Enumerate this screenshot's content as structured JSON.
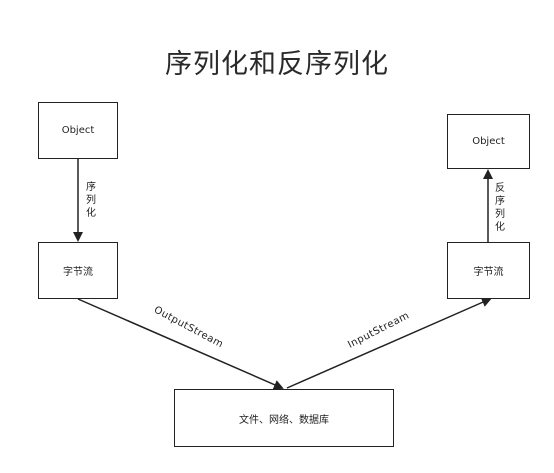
{
  "title": "序列化和反序列化",
  "nodes": {
    "object_left": "Object",
    "object_right": "Object",
    "bytes_left": "字节流",
    "bytes_right": "字节流",
    "storage": "文件、网络、数据库"
  },
  "edges": {
    "serialize_label": "序列化",
    "deserialize_label": "反序列化",
    "output_stream_label": "OutputStream",
    "input_stream_label": "InputStream"
  },
  "colors": {
    "stroke": "#222222",
    "background": "#ffffff"
  }
}
